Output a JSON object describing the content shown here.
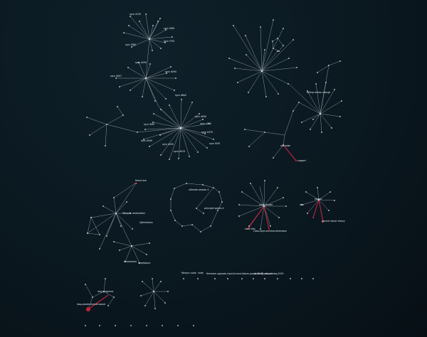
{
  "colors": {
    "background": "#0b1a22",
    "edge": "#c9d2da",
    "highlight": "#c8203a",
    "node": "#d8dee4",
    "label": "#e6ebef"
  },
  "labels": {
    "sync_d135": "sync d135",
    "sync_f080": "sync f080",
    "sync_f700": "sync f700",
    "sync_f580": "sync f580",
    "sync_d200": "sync d200",
    "sync_b090": "sync b090",
    "sync_d007": "sync d007",
    "sync_b8a5": "sync b8a5",
    "sync_d090": "sync d090",
    "sync_f065": "sync f065",
    "sync_c095": "sync c095",
    "sync_b370": "sync b370",
    "sync_d040": "sync d040",
    "sync_b200": "sync b200",
    "sync_d019": "sync d019",
    "sync_f090": "sync f090",
    "rolling_review_change": "rolling review change",
    "unknown": "unknown",
    "support": "support",
    "forest_lore": "forest lore",
    "ultimate_session": "ultimate session 4",
    "principle_spares": "principle spares 4",
    "lifecycle_reclamation": "lifecycle reclamation",
    "lifecycle_sub": "lightmission",
    "timestream": "timestream",
    "neighbours": "neighbours",
    "node_cluster": "node cluster",
    "multi_disc": "multi disc",
    "cross_layer": "cross-layer-schema-dimension",
    "repeat": "repeat",
    "generic_factor": "generic factor theory",
    "also": "also",
    "loop_programs": "loop programs",
    "loop_label_left": "loop-panels-format-based",
    "row1": "filesync-node",
    "row2": "node",
    "row3": "firmware-upgrade-input-to-host-datum-graph-20-30-min-ratelog-2019",
    "row4": "anomaly-output"
  }
}
